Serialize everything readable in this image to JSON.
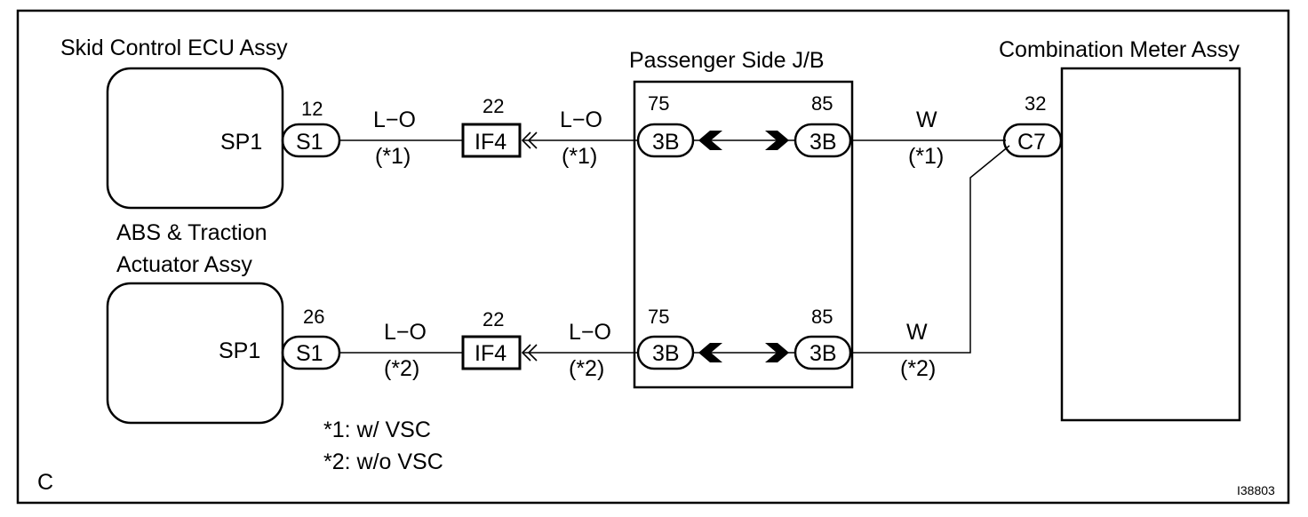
{
  "diagram": {
    "components": {
      "skid_ecu": "Skid Control ECU Assy",
      "abs_line1": "ABS & Traction",
      "abs_line2": "Actuator Assy",
      "junction": "Passenger Side J/B",
      "meter": "Combination Meter Assy"
    },
    "pins": {
      "sp1": "SP1",
      "s1": "S1",
      "if4": "IF4",
      "jb": "3B",
      "c7": "C7"
    },
    "pin_numbers": {
      "s1_top": "12",
      "s1_bottom": "26",
      "if4": "22",
      "jb_in": "75",
      "jb_out": "85",
      "c7": "32"
    },
    "wires": {
      "lo": "L−O",
      "w": "W",
      "note1": "(*1)",
      "note2": "(*2)"
    },
    "legend": {
      "note1": "*1: w/ VSC",
      "note2": "*2: w/o VSC"
    },
    "corner_label": "C",
    "figure_id": "I38803"
  }
}
